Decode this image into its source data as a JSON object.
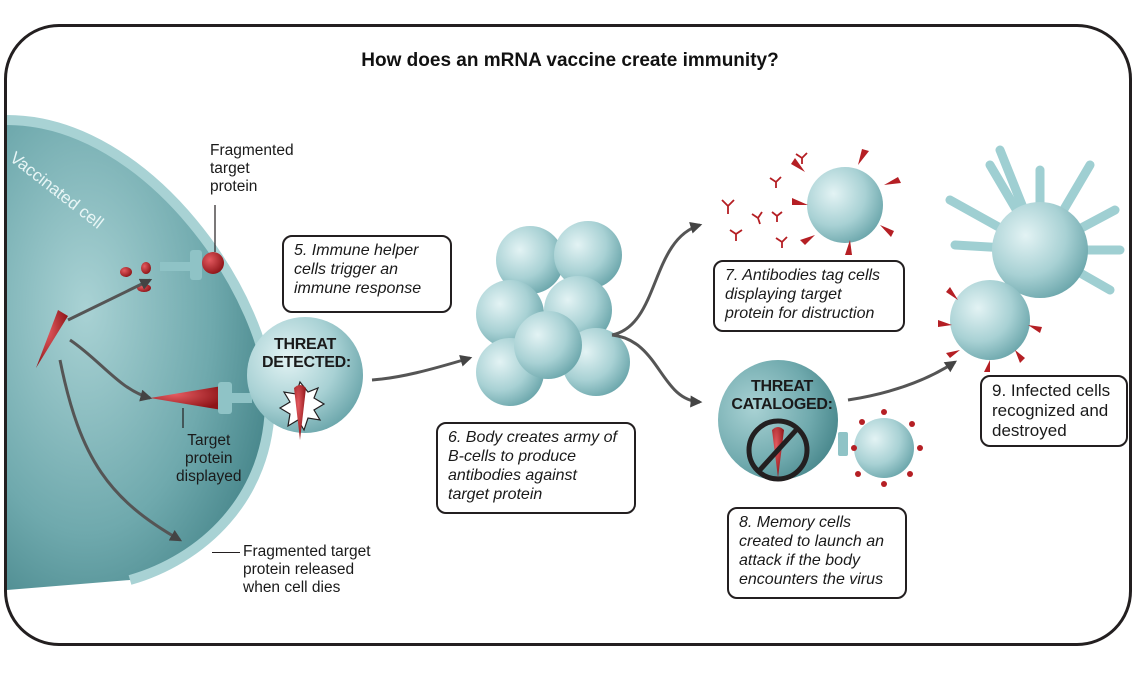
{
  "title": "How does an mRNA vaccine create immunity?",
  "labels": {
    "vaccinated_cell": "Vaccinated cell",
    "fragmented_target_protein": [
      "Fragmented",
      "target",
      "protein"
    ],
    "target_protein_displayed": [
      "Target",
      "protein",
      "displayed"
    ],
    "fragmented_released": [
      "Fragmented target",
      "protein released",
      "when cell dies"
    ]
  },
  "threat_detected": [
    "THREAT",
    "DETECTED:"
  ],
  "threat_cataloged": [
    "THREAT",
    "CATALOGED:"
  ],
  "steps": [
    {
      "number": "5",
      "text": [
        "5. Immune helper",
        "cells trigger an",
        "immune response"
      ]
    },
    {
      "number": "6",
      "text": [
        "6. Body creates army of",
        "B-cells to produce",
        "antibodies against",
        "target protein"
      ]
    },
    {
      "number": "7",
      "text": [
        "7. Antibodies tag cells",
        "displaying target",
        "protein for distruction"
      ]
    },
    {
      "number": "8",
      "text": [
        "8. Memory cells",
        "created to launch an",
        "attack if the body",
        "encounters the virus"
      ]
    },
    {
      "number": "9",
      "text": [
        "9. Infected cells",
        "recognized and",
        "destroyed"
      ]
    }
  ],
  "colors": {
    "cell_teal": "#7fb5b8",
    "cell_light": "#b9dde0",
    "protein_red": "#b51f24",
    "arrow_gray": "#4a4a4a",
    "frame": "#231f20"
  }
}
